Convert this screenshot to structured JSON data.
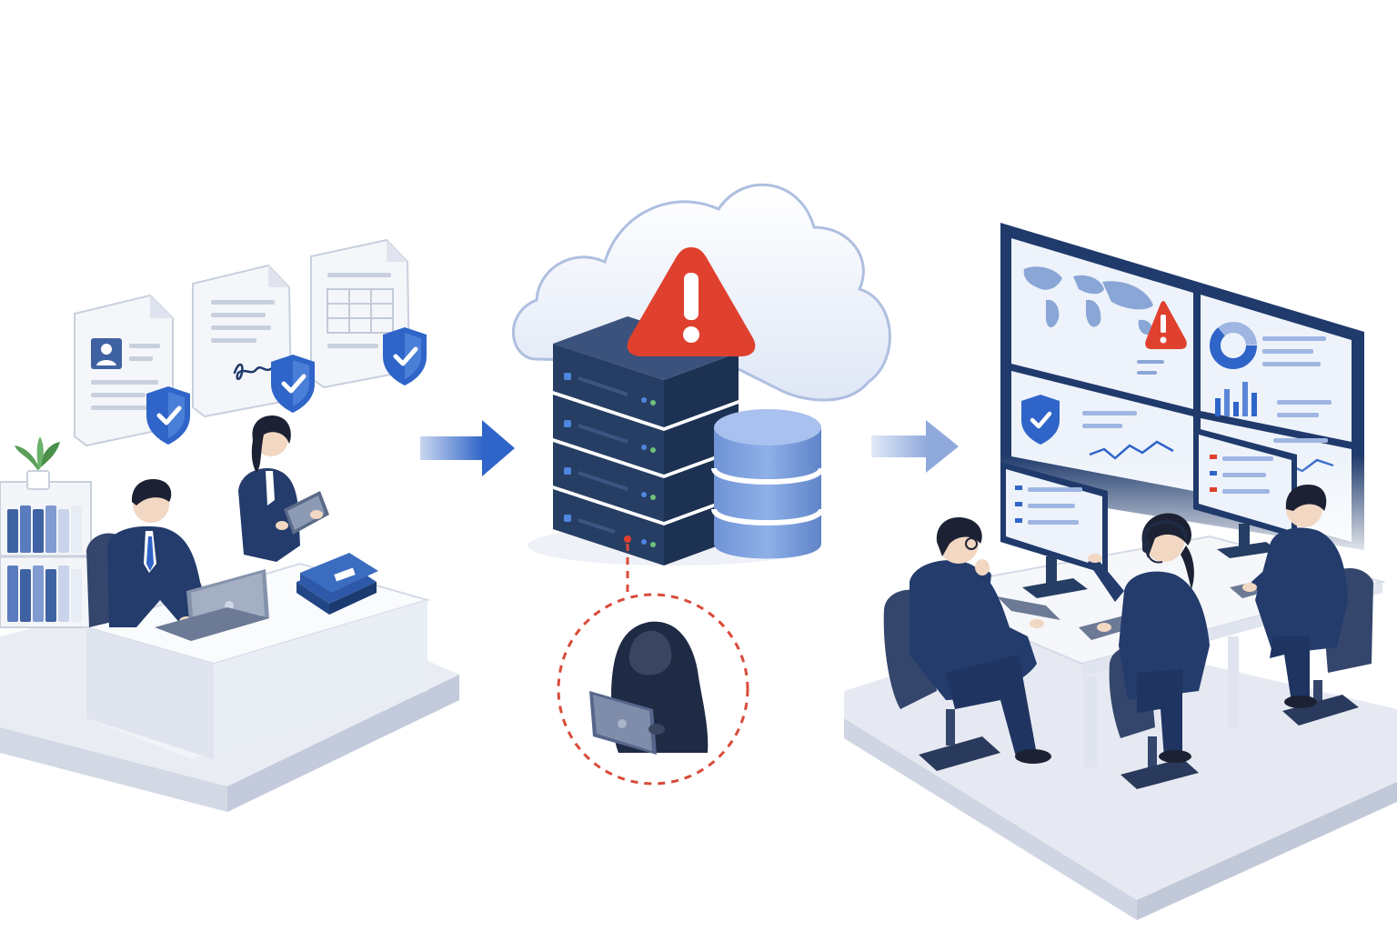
{
  "colors": {
    "navy": "#1f3a6b",
    "server_dark": "#263e64",
    "accent_blue": "#2f64c8",
    "light_blue": "#c9d6ef",
    "alert_red": "#e0402e",
    "threat_dashed": "#d94b39",
    "platform_gray": "#e3e7ef",
    "screen_bg": "#eef3fb",
    "skin": "#f2d7c3",
    "hair": "#1c2233"
  },
  "icons": [
    "document-icon",
    "shield-check-icon",
    "signature-icon",
    "spreadsheet-icon",
    "potted-plant-icon",
    "laptop-icon",
    "tablet-icon",
    "cloud-icon",
    "warning-icon",
    "server-rack-icon",
    "database-icon",
    "hacker-icon",
    "world-map-icon",
    "donut-chart-icon",
    "bar-chart-icon",
    "line-chart-icon",
    "headset-icon"
  ],
  "panels": [
    {
      "id": "office",
      "description": "employees-handling-protected-documents"
    },
    {
      "id": "infrastructure",
      "description": "servers-and-database-under-threat"
    },
    {
      "id": "security-operations-center",
      "description": "analysts-monitoring-dashboards"
    }
  ]
}
